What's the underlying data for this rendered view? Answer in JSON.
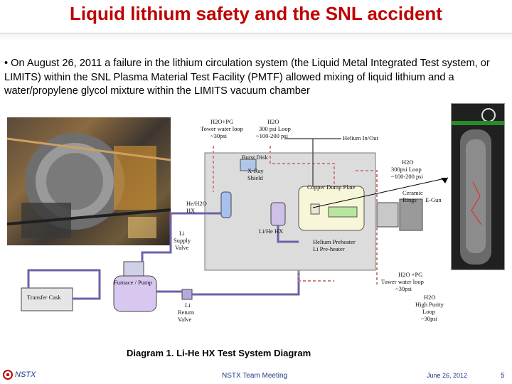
{
  "title": "Liquid lithium safety and the SNL accident",
  "bullet": "• On August 26, 2011 a failure in the lithium circulation system (the Liquid Metal Integrated Test system, or LIMITS) within the SNL Plasma Material Test Facility (PMTF) allowed mixing of liquid lithium and a water/propylene glycol mixture within the LIMITS vacuum chamber",
  "diagram": {
    "labels": {
      "tower_loop": [
        "H2O+PG",
        "Tower water loop",
        "~30psi"
      ],
      "loop_300": [
        "H2O",
        "300 psi Loop",
        "~100-200 psi"
      ],
      "helium_io": "Helium In/Out",
      "burst_disk": [
        "Burst Disk",
        "X-Ray",
        "Shield"
      ],
      "copper_plate": "Copper Dump Plate",
      "he_hx": [
        "He/H2O",
        "HX"
      ],
      "li_supply": [
        "Li",
        "Supply",
        "Valve"
      ],
      "li_he_hx": "Li/He HX",
      "helium_preheater": [
        "Helium Preheater",
        "Li Pre-heater"
      ],
      "right_loop": [
        "H2O",
        "300psi Loop",
        "~100-200 psi"
      ],
      "ceramic_rings": [
        "Ceramic",
        "Rings"
      ],
      "egun": "E-Gun",
      "transfer_cask": "Transfer Cask",
      "furnace": "Furnace / Pump",
      "li_return": [
        "Li",
        "Return",
        "Valve"
      ],
      "tower_loop_bottom": [
        "H2O +PG",
        "Tower water loop",
        "~30psi"
      ],
      "high_purity": [
        "H2O",
        "High Purity",
        "Loop",
        "~30psi"
      ]
    }
  },
  "caption": "Diagram 1.  Li-He HX Test System Diagram",
  "footer": {
    "left": "NSTX",
    "center": "NSTX Team Meeting",
    "date": "June 26, 2012",
    "page": "5"
  }
}
